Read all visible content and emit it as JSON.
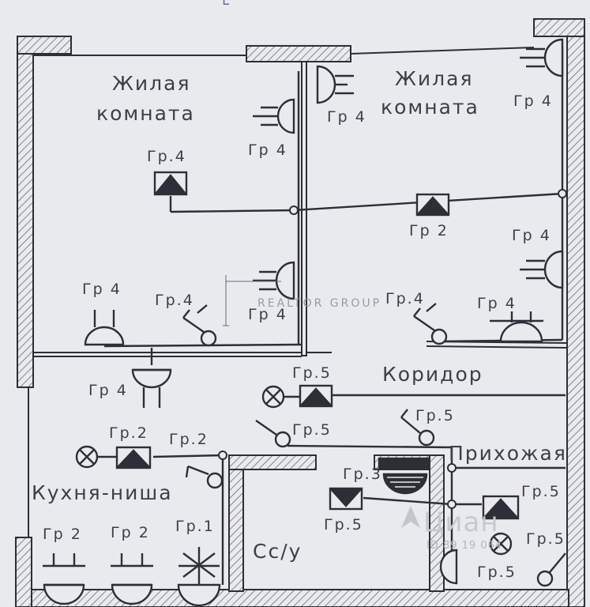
{
  "header_text": "Ꮭ",
  "rooms": {
    "living_left_line1": "Жилая",
    "living_left_line2": "комната",
    "living_right_line1": "Жилая",
    "living_right_line2": "комната",
    "corridor": "Коридор",
    "hallway": "Прихожая",
    "kitchen": "Кухня-ниша",
    "bathroom": "Сс/у"
  },
  "groups": {
    "g4_panel_left": "Гр.4",
    "g4_socket_top": "Гр 4",
    "g4_socket_top2": "Гр 4",
    "g4_right_top": "Гр 4",
    "g2_panel_right": "Гр 2",
    "g4_right_mid": "Гр 4",
    "g4_bottom_left": "Гр 4",
    "g4_switch_left": "Гр.4",
    "g4_socket_mid": "Гр 4",
    "g4_switch_right": "Гр.4",
    "g4_bottom_right": "Гр 4",
    "g4_corridor_socket": "Гр 4",
    "g5_corridor_panel": "Гр.5",
    "g5_corridor_switch": "Гр.5",
    "g5_hall_switch": "Гр.5",
    "g2_kitchen_panel": "Гр.2",
    "g2_kitchen_switch": "Гр.2",
    "g3_hall": "Гр.3",
    "g5_hall_panel": "Гр.5",
    "g5_right_panel": "Гр.5",
    "g2_kitchen_s1": "Гр 2",
    "g2_kitchen_s2": "Гр 2",
    "g1_kitchen": "Гр.1",
    "g5_bottom_right": "Гр.5",
    "g5_far_right": "Гр.5"
  },
  "watermarks": {
    "realtor": "REALTOR GROUP",
    "cian_logo": "Циан",
    "cian_id": "ID 89 19 064"
  },
  "colors": {
    "ink": "#2e2e36",
    "paper": "#e9eaee",
    "hatch": "#55555e"
  }
}
